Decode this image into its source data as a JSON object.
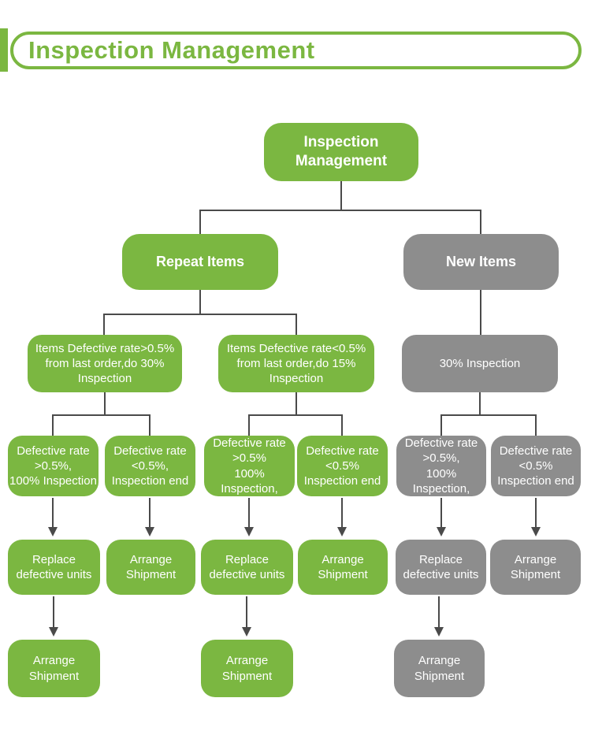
{
  "header": {
    "title": "Inspection Management",
    "accent_color": "#7bb741"
  },
  "colors": {
    "green_node": "#7bb741",
    "gray_node": "#8d8d8d",
    "connector": "#4a4a4a",
    "node_text": "#ffffff"
  },
  "flowchart": {
    "nodes": {
      "root": {
        "label": "Inspection\nManagement",
        "color": "green"
      },
      "repeat_items": {
        "label": "Repeat Items",
        "color": "green"
      },
      "new_items": {
        "label": "New Items",
        "color": "gray"
      },
      "repeat_high_rate": {
        "label": "Items Defective rate>0.5%\nfrom last order,do 30%\nInspection",
        "color": "green"
      },
      "repeat_low_rate": {
        "label": "Items Defective rate<0.5%\nfrom last order,do 15%\nInspection",
        "color": "green"
      },
      "new_30_inspection": {
        "label": "30% Inspection",
        "color": "gray"
      },
      "rh_high": {
        "label": "Defective rate\n>0.5%,\n100% Inspection",
        "color": "green"
      },
      "rh_low": {
        "label": "Defective rate\n<0.5%,\nInspection end",
        "color": "green"
      },
      "rl_high": {
        "label": "Defective rate\n>0.5%\n100% Inspection,",
        "color": "green"
      },
      "rl_low": {
        "label": "Defective rate\n<0.5%\nInspection end",
        "color": "green"
      },
      "n_high": {
        "label": "Defective rate\n>0.5%,\n100% Inspection,",
        "color": "gray"
      },
      "n_low": {
        "label": "Defective rate\n<0.5%\nInspection end",
        "color": "gray"
      },
      "rh_replace": {
        "label": "Replace\ndefective units",
        "color": "green"
      },
      "rh_arrange": {
        "label": "Arrange\nShipment",
        "color": "green"
      },
      "rl_replace": {
        "label": "Replace\ndefective units",
        "color": "green"
      },
      "rl_arrange": {
        "label": "Arrange\nShipment",
        "color": "green"
      },
      "n_replace": {
        "label": "Replace\ndefective units",
        "color": "gray"
      },
      "n_arrange": {
        "label": "Arrange\nShipment",
        "color": "gray"
      },
      "rh_final_arrange": {
        "label": "Arrange\nShipment",
        "color": "green"
      },
      "rl_final_arrange": {
        "label": "Arrange\nShipment",
        "color": "green"
      },
      "n_final_arrange": {
        "label": "Arrange\nShipment",
        "color": "gray"
      }
    },
    "edges": [
      {
        "from": "root",
        "to": "repeat_items",
        "arrow": false
      },
      {
        "from": "root",
        "to": "new_items",
        "arrow": false
      },
      {
        "from": "repeat_items",
        "to": "repeat_high_rate",
        "arrow": false
      },
      {
        "from": "repeat_items",
        "to": "repeat_low_rate",
        "arrow": false
      },
      {
        "from": "new_items",
        "to": "new_30_inspection",
        "arrow": false
      },
      {
        "from": "repeat_high_rate",
        "to": "rh_high",
        "arrow": false
      },
      {
        "from": "repeat_high_rate",
        "to": "rh_low",
        "arrow": false
      },
      {
        "from": "repeat_low_rate",
        "to": "rl_high",
        "arrow": false
      },
      {
        "from": "repeat_low_rate",
        "to": "rl_low",
        "arrow": false
      },
      {
        "from": "new_30_inspection",
        "to": "n_high",
        "arrow": false
      },
      {
        "from": "new_30_inspection",
        "to": "n_low",
        "arrow": false
      },
      {
        "from": "rh_high",
        "to": "rh_replace",
        "arrow": true
      },
      {
        "from": "rh_low",
        "to": "rh_arrange",
        "arrow": true
      },
      {
        "from": "rl_high",
        "to": "rl_replace",
        "arrow": true
      },
      {
        "from": "rl_low",
        "to": "rl_arrange",
        "arrow": true
      },
      {
        "from": "n_high",
        "to": "n_replace",
        "arrow": true
      },
      {
        "from": "n_low",
        "to": "n_arrange",
        "arrow": true
      },
      {
        "from": "rh_replace",
        "to": "rh_final_arrange",
        "arrow": true
      },
      {
        "from": "rl_replace",
        "to": "rl_final_arrange",
        "arrow": true
      },
      {
        "from": "n_replace",
        "to": "n_final_arrange",
        "arrow": true
      }
    ]
  }
}
